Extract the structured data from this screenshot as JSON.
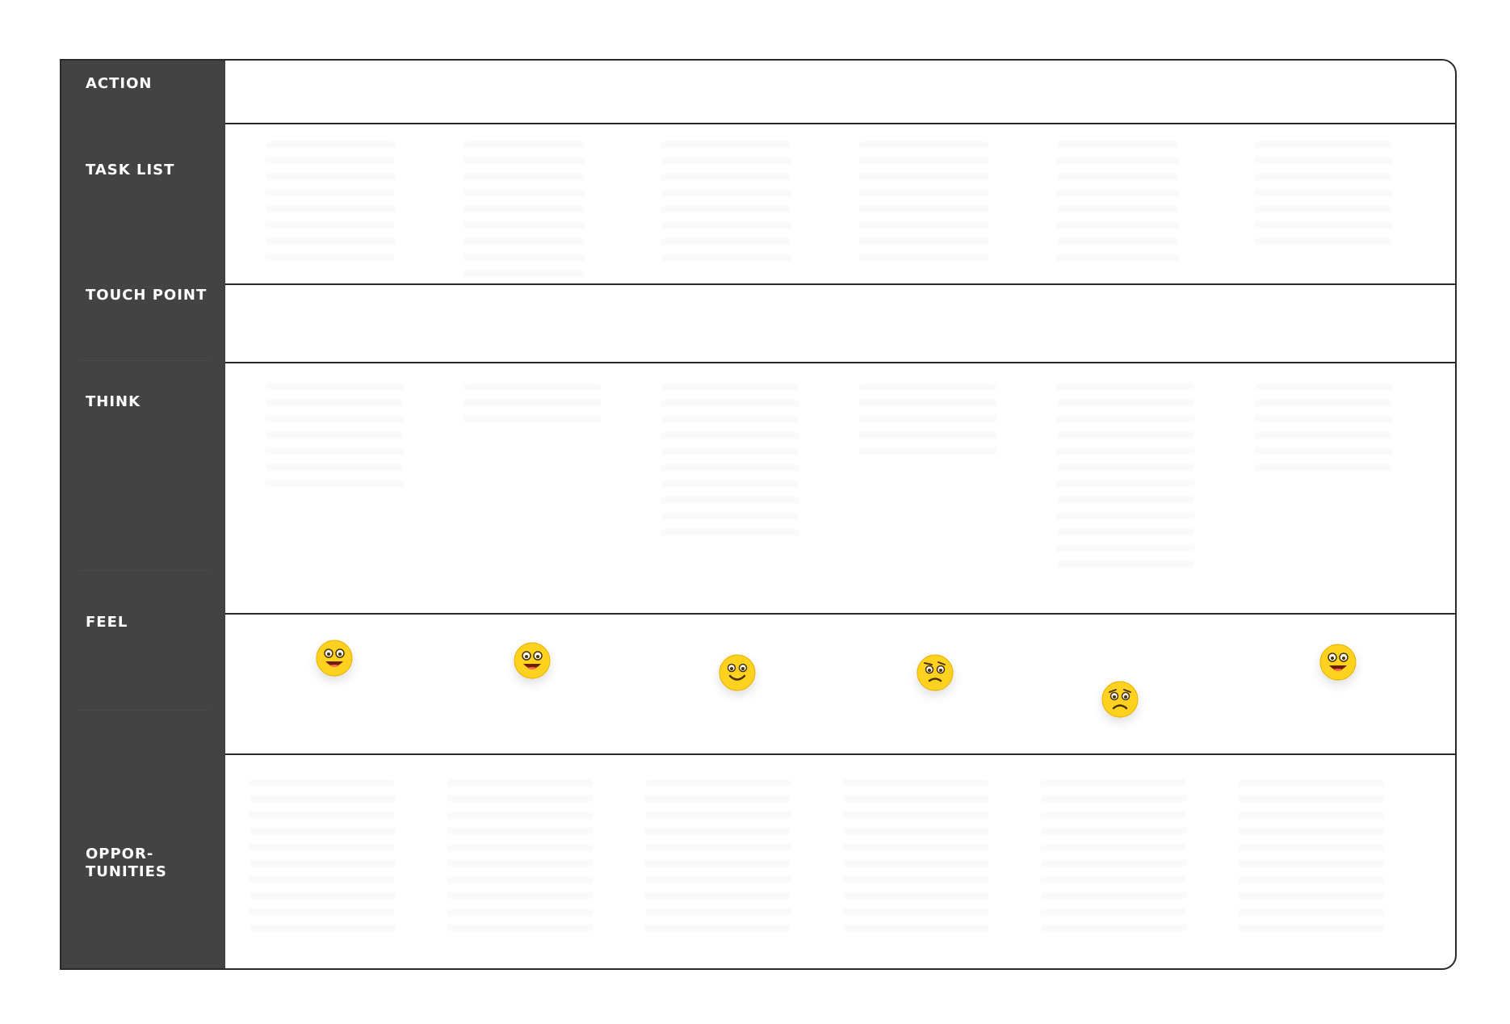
{
  "rows": [
    {
      "label": "ACTION"
    },
    {
      "label": "TASK LIST"
    },
    {
      "label": "TOUCH POINT"
    },
    {
      "label": "THINK"
    },
    {
      "label": "FEEL"
    },
    {
      "label": "OPPOR-\nTUNITIES"
    }
  ],
  "feel_emojis": [
    {
      "icon": "grinning-face-icon"
    },
    {
      "icon": "grinning-face-icon"
    },
    {
      "icon": "smiling-face-icon"
    },
    {
      "icon": "raised-eyebrow-face-icon"
    },
    {
      "icon": "worried-face-icon"
    },
    {
      "icon": "grinning-face-icon"
    }
  ],
  "colors": {
    "label_column": "#434343",
    "label_text": "#ffffff",
    "border": "#2a2a2a",
    "emoji_face": "#ffd21f"
  }
}
